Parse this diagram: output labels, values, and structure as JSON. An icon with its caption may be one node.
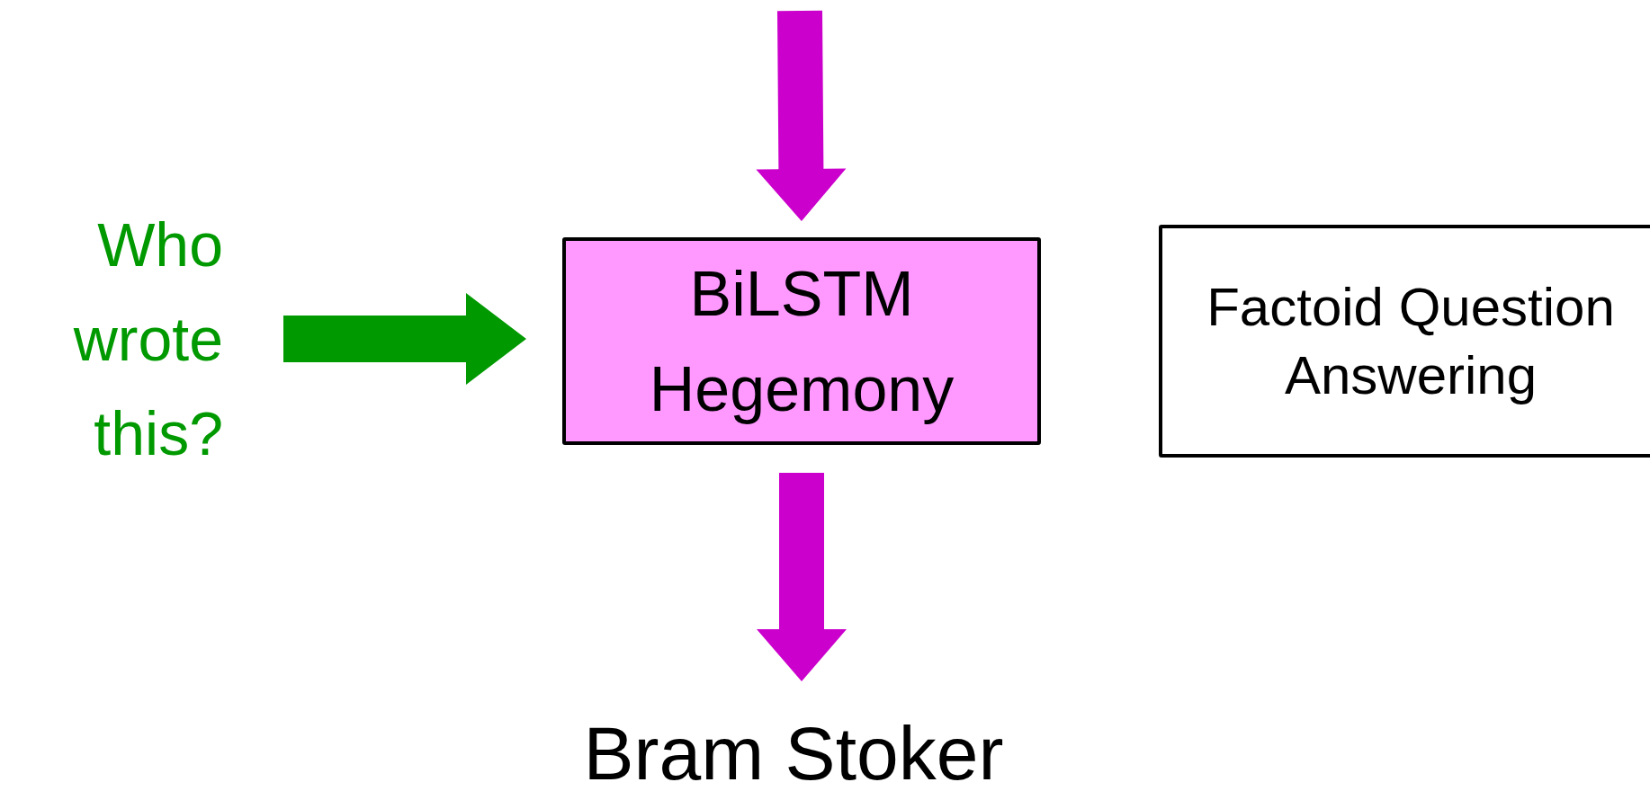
{
  "diagram": {
    "nodes": [
      {
        "text": [
          "Who wrote this?"
        ]
      },
      {
        "text": [
          "BiLSTM Hegemony"
        ]
      },
      {
        "text": [
          "Factoid Question Answering"
        ]
      },
      {
        "text": [
          "Bram Stoker"
        ]
      }
    ],
    "edges": [
      {
        "from": null,
        "to": 1,
        "arrow": "to"
      },
      {
        "from": 0,
        "to": 1,
        "arrow": "to",
        "color": "#009900"
      },
      {
        "from": 1,
        "to": 3,
        "arrow": "to"
      }
    ]
  }
}
